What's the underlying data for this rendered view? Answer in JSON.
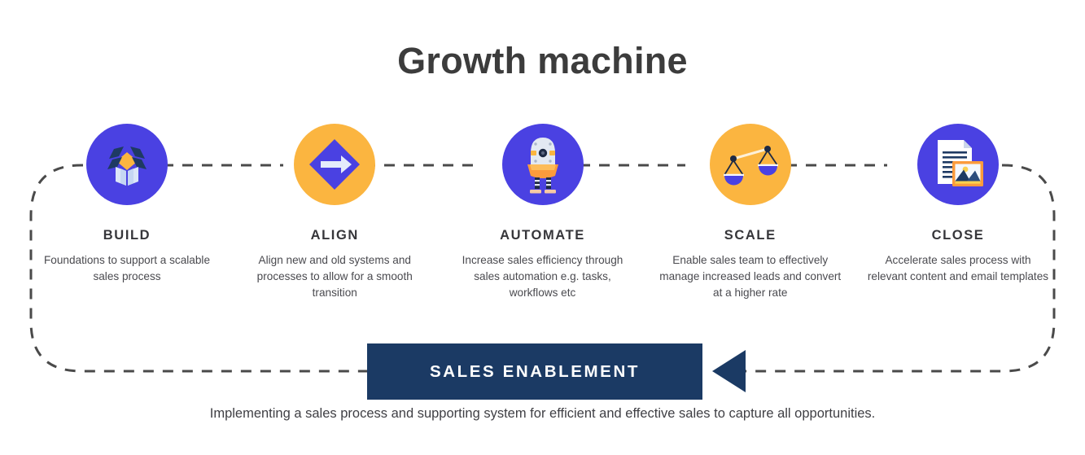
{
  "title": "Growth machine",
  "colors": {
    "indigo": "#4a41e2",
    "amber": "#fbb540",
    "navy": "#1b3a64",
    "dark_navy_icon": "#1e3a63",
    "light_blue": "#d6e2f7",
    "text_dark": "#3c3c3c",
    "dash_gray": "#4a4a4a",
    "background": "#ffffff"
  },
  "steps": [
    {
      "label": "BUILD",
      "description": "Foundations to support a scalable sales process",
      "icon": "open-box-icon",
      "circle_color": "#4a41e2"
    },
    {
      "label": "ALIGN",
      "description": "Align new and old systems and processes to allow for a smooth transition",
      "icon": "arrow-diamond-icon",
      "circle_color": "#fbb540"
    },
    {
      "label": "AUTOMATE",
      "description": "Increase sales efficiency through sales automation e.g. tasks, workflows etc",
      "icon": "robot-icon",
      "circle_color": "#4a41e2"
    },
    {
      "label": "SCALE",
      "description": "Enable sales team to effectively manage increased leads and convert at a higher rate",
      "icon": "balance-scales-icon",
      "circle_color": "#fbb540"
    },
    {
      "label": "CLOSE",
      "description": "Accelerate sales process with relevant content and email templates",
      "icon": "document-image-icon",
      "circle_color": "#4a41e2"
    }
  ],
  "banner": {
    "label": "SALES ENABLEMENT",
    "arrow": "left-arrow-head"
  },
  "caption": "Implementing a sales process and supporting system for efficient and effective sales to capture all opportunities."
}
